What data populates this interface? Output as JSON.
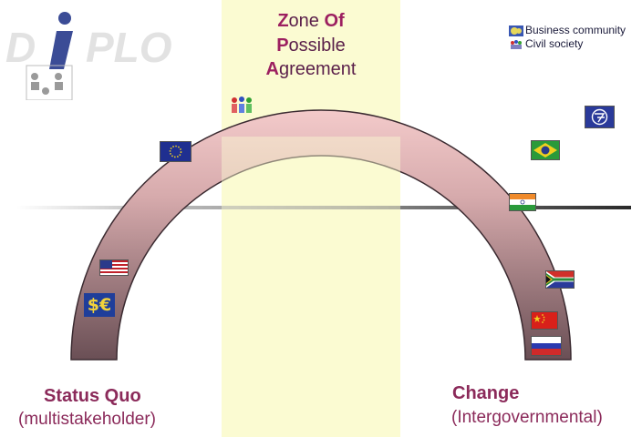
{
  "logo": {
    "text": "DIPLO"
  },
  "zone": {
    "z": "Z",
    "one": "one ",
    "of": "Of",
    "p": "P",
    "ossible": "ossible",
    "a": "A",
    "greement": "greement"
  },
  "legend": {
    "business": "Business community",
    "civil": "Civil society"
  },
  "status_quo": {
    "title": "Status Quo",
    "subtitle": "(multistakeholder)"
  },
  "change": {
    "title": "Change",
    "subtitle": "(Intergovernmental)"
  },
  "markers": {
    "dollar_euro": "$€",
    "eu": "EU",
    "usa": "USA",
    "brazil": "Brazil",
    "india": "India",
    "south_africa": "South Africa",
    "china": "China",
    "russia": "Russia",
    "g77": "G77",
    "civil_society": "civil society"
  },
  "colors": {
    "zone": "#fbfbd2",
    "title": "#8b2a5a",
    "arch_top": "#f0c8c8",
    "arch_bottom": "#6e5458"
  }
}
